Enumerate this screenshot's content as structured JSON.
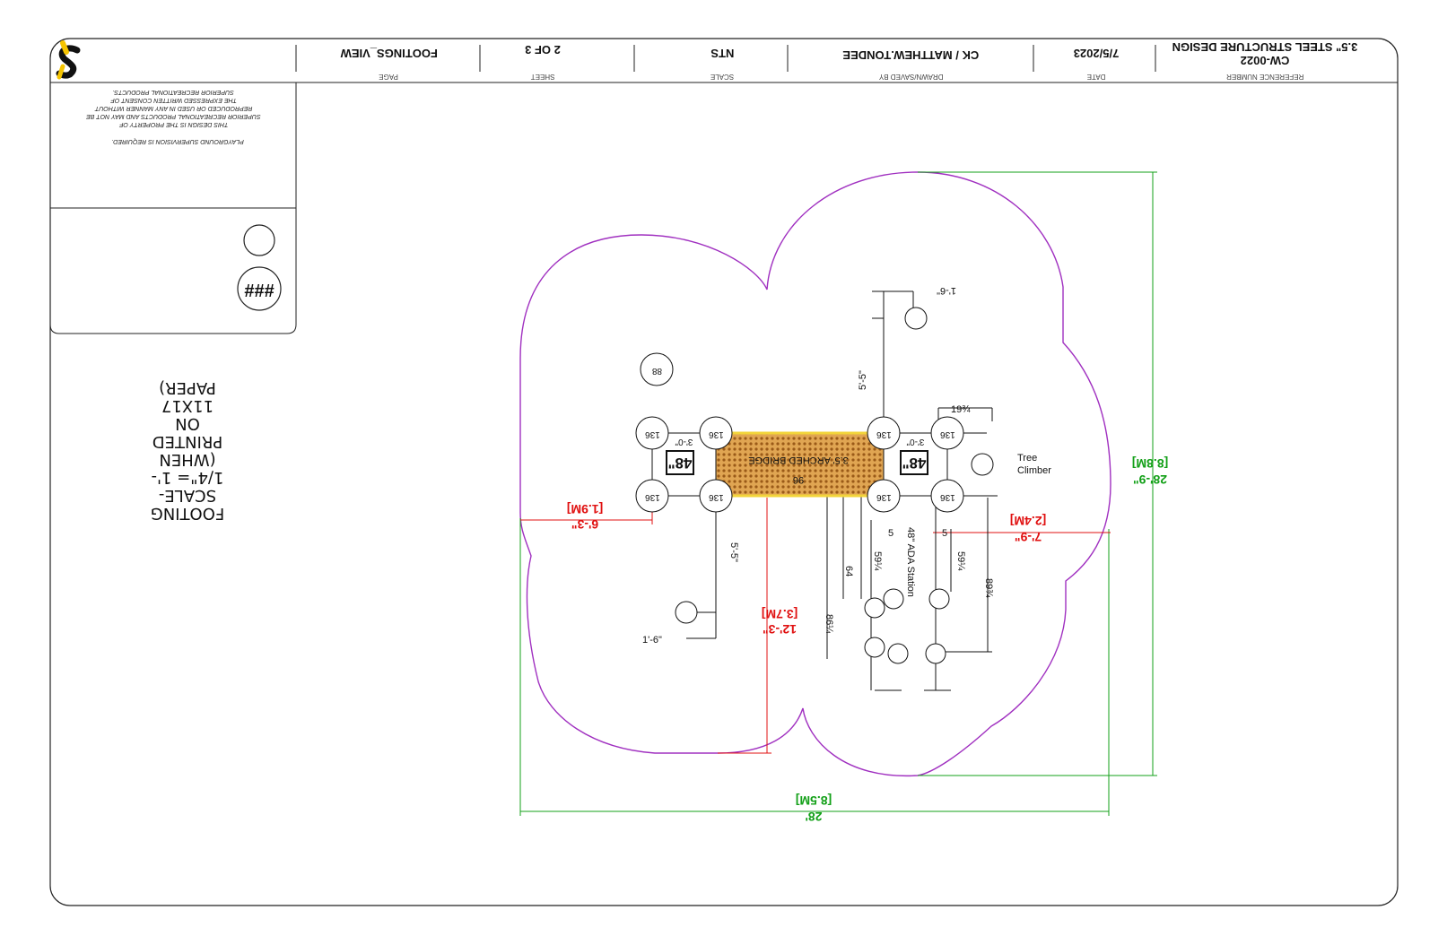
{
  "header": {
    "reference_title": "3.5\" STEEL STRUCTURE DESIGN",
    "reference_number": "CW-0022",
    "reference_label": "REFERENCE NUMBER",
    "date": "7/5/2023",
    "date_label": "DATE",
    "drawn_by": "CK / MATTHEW.TONDEE",
    "drawn_label": "DRAWN/SAVED BY",
    "scale": "NTS",
    "scale_label": "SCALE",
    "sheet": "2 OF 3",
    "sheet_label": "SHEET",
    "page": "FOOTINGS_VIEW",
    "page_label": "PAGE"
  },
  "notes": {
    "supervision": "PLAYGROUND SUPERVISION IS REQUIRED.",
    "property_1": "THIS DESIGN IS THE PROPERTY OF",
    "property_2": "SUPERIOR RECREATIONAL PRODUCTS AND MAY NOT BE",
    "property_3": "REPRODUCED OR USED IN ANY MANNER WITHOUT",
    "property_4": "THE EXPRESSED WRITTEN CONSENT OF",
    "property_5": "SUPERIOR RECREATIONAL PRODUCTS."
  },
  "badge": "###",
  "scale_note": [
    "FOOTING",
    "SCALE-",
    "1/4\"= 1'-",
    "(WHEN",
    "PRINTED",
    "ON",
    "11X17",
    "PAPER)"
  ],
  "posts": {
    "p136": "136",
    "p88": "88"
  },
  "labels": {
    "bridge": "3.5' ARCHED BRIDGE",
    "bridge_len": "96",
    "deck_height": "48\"",
    "deck_side": "3'-0\"",
    "tree_climber_1": "Tree",
    "tree_climber_2": "Climber",
    "ada_station": "48\" ADA Station",
    "d_1_6": "1'-6\"",
    "d_5_5": "5'-5\"",
    "d_19_34": "19¾",
    "d_59_14": "59¼",
    "d_64": "64",
    "d_86_14": "86¼",
    "d_89_34": "89¾",
    "d_5": "5"
  },
  "dimensions": {
    "left_ft": "6'-3\"",
    "left_m": "[1.9M]",
    "mid_ft": "12'-3\"",
    "mid_m": "[3.7M]",
    "right_ft": "7'-9\"",
    "right_m": "[2.4M]",
    "width_ft": "28'",
    "width_m": "[8.5M]",
    "height_ft": "28'-9\"",
    "height_m": "[8.8M]"
  },
  "colors": {
    "use_zone": "#a030c0",
    "red_dim": "#e01010",
    "green_dim": "#13a018",
    "bridge_fill": "#d4913a",
    "bridge_edge": "#f2d43a",
    "logo_yellow": "#f5c400"
  }
}
